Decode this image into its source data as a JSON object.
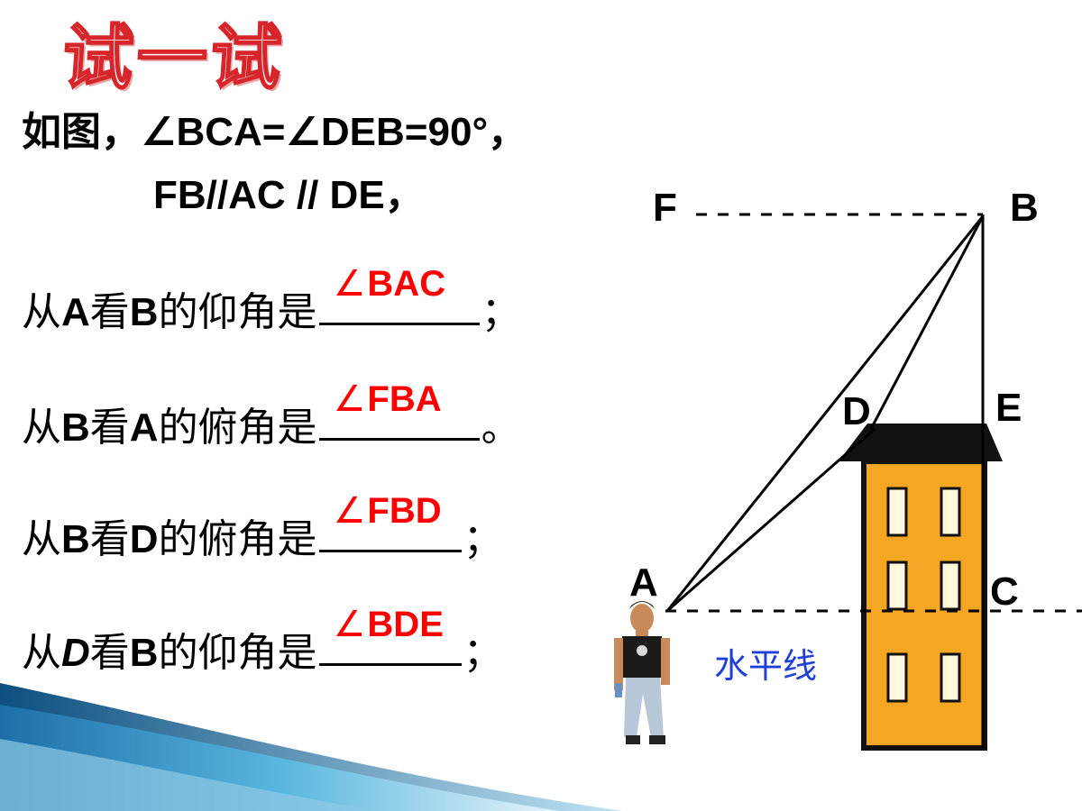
{
  "title": "试一试",
  "statement": {
    "line1": "如图，∠BCA=∠DEB=90°，",
    "line2": "FB//AC // DE，"
  },
  "questions": [
    {
      "prefix": "从",
      "from": "A",
      "verb": "看",
      "to": "B",
      "suffix": "的仰角是",
      "answer": "BAC",
      "end": "；"
    },
    {
      "prefix": "从",
      "from": "B",
      "verb": "看",
      "to": "A",
      "suffix": "的俯角是",
      "answer": "FBA",
      "end": "。"
    },
    {
      "prefix": "从",
      "from": "B",
      "verb": "看",
      "to": "D",
      "suffix": "的俯角是",
      "answer": "FBD",
      "end": "；"
    },
    {
      "prefix": "从",
      "from": "D",
      "verb": "看",
      "to": "B",
      "suffix": "的仰角是",
      "answer": "BDE",
      "end": "；"
    }
  ],
  "angle_symbol": "∠",
  "diagram": {
    "points": {
      "F": "F",
      "B": "B",
      "D": "D",
      "E": "E",
      "A": "A",
      "C": "C"
    },
    "horizontal_label": "水平线"
  },
  "colors": {
    "title_outline": "#d7262b",
    "answer": "#ff0000",
    "building": "#f5a623",
    "roof": "#111111",
    "horizontal_label": "#1f3fd8",
    "corner_shade": "#2a8fc0"
  }
}
